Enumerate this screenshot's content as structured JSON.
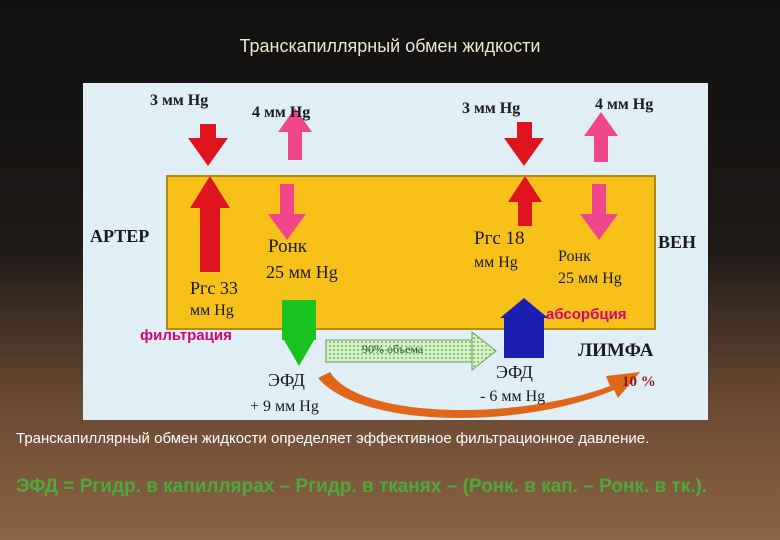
{
  "title": "Транскапиллярный обмен жидкости",
  "labels": {
    "p_left_top1": "3 мм Hg",
    "p_left_top2": "4 мм Hg",
    "p_right_top1": "3 мм Hg",
    "p_right_top2": "4 мм Hg",
    "arter": "АРТЕР",
    "ven": "ВЕН",
    "ronk_left_1": "Ронк",
    "ronk_left_2": "25 мм Hg",
    "rgs_left_1": "Ргс 33",
    "rgs_left_2": "мм Hg",
    "filtration": "фильтрация",
    "rgs_right_1": "Ргс 18",
    "rgs_right_2": "мм Hg",
    "ronk_right_1": "Ронк",
    "ronk_right_2": "25 мм Hg",
    "absorption": "абсорбция",
    "volume": "90% объема",
    "efd_left": "ЭФД",
    "efd_left_val": "+ 9 мм Hg",
    "efd_right": "ЭФД",
    "efd_right_val": "- 6 мм Hg",
    "lymph": "ЛИМФА",
    "lymph_pct": "10 %"
  },
  "caption": "Транскапиллярный обмен жидкости определяет эффективное фильтрационное давление.",
  "formula": "ЭФД = Ргидр. в капиллярах – Ргидр. в тканях – (Ронк. в кап. – Ронк. в тк.).",
  "colors": {
    "red_arrow": "#e0141e",
    "pink_arrow": "#f0468c",
    "green_arrow": "#19c21e",
    "blue_arrow": "#1a1fb0",
    "orange_arrow": "#e0661a",
    "vessel": "#f7c11a"
  }
}
